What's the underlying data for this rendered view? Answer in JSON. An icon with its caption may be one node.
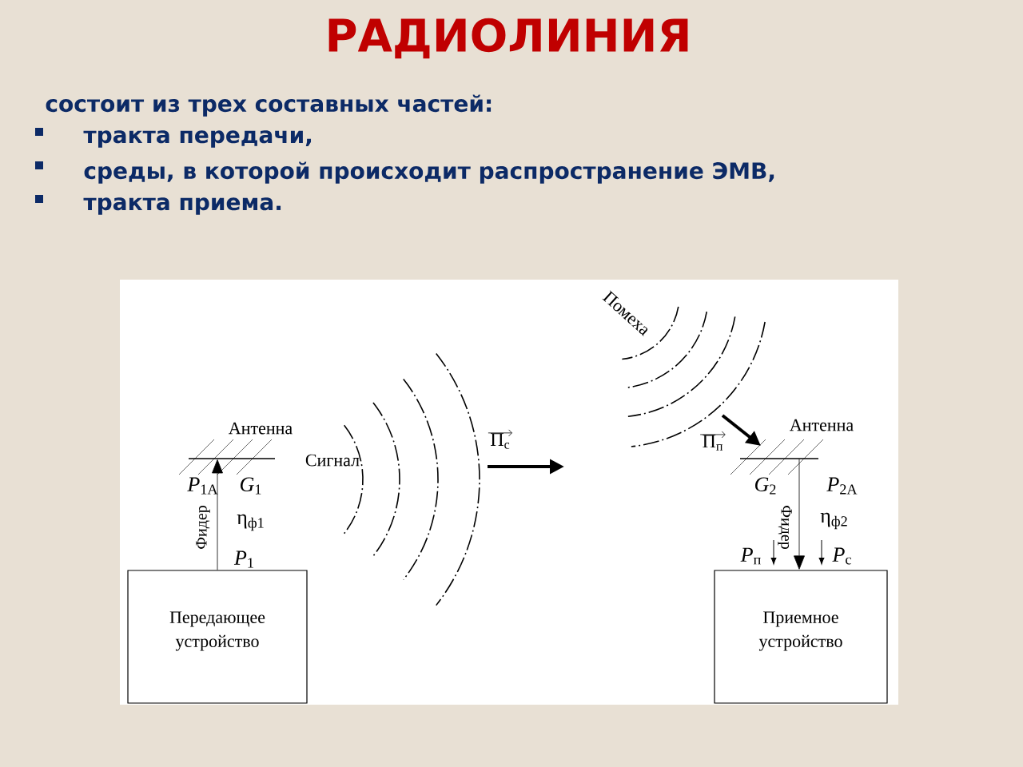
{
  "diagram": {
    "title": "РАДИОЛИНИЯ",
    "nodes": [
      {
        "text": [
          "Передающее устройство"
        ]
      },
      {
        "text": [
          "Антенна"
        ]
      },
      {
        "text": [
          "Антенна"
        ]
      },
      {
        "text": [
          "Приемное устройство"
        ]
      }
    ],
    "edges": [
      {
        "from": 0,
        "to": 1,
        "arrow": "to",
        "label": "Фидер"
      },
      {
        "from": 2,
        "to": 3,
        "arrow": "to",
        "label": "Фидер"
      }
    ],
    "labels": [
      "состоит из трех составных частей:",
      "тракта передачи,",
      "среды, в которой происходит распространение ЭМВ,",
      "тракта приема.",
      "Сигнал",
      "Π$_{с}$",
      "Помеха",
      "Π$_{п}$",
      "*P*$_{1А}$",
      "*G*$_{1}$",
      "η$_{ф1}$",
      "*P*$_{1}$",
      "*G*$_{2}$",
      "*P*$_{2А}$",
      "η$_{ф2}$",
      "*P*$_{п}$",
      "*P*$_{с}$"
    ]
  }
}
